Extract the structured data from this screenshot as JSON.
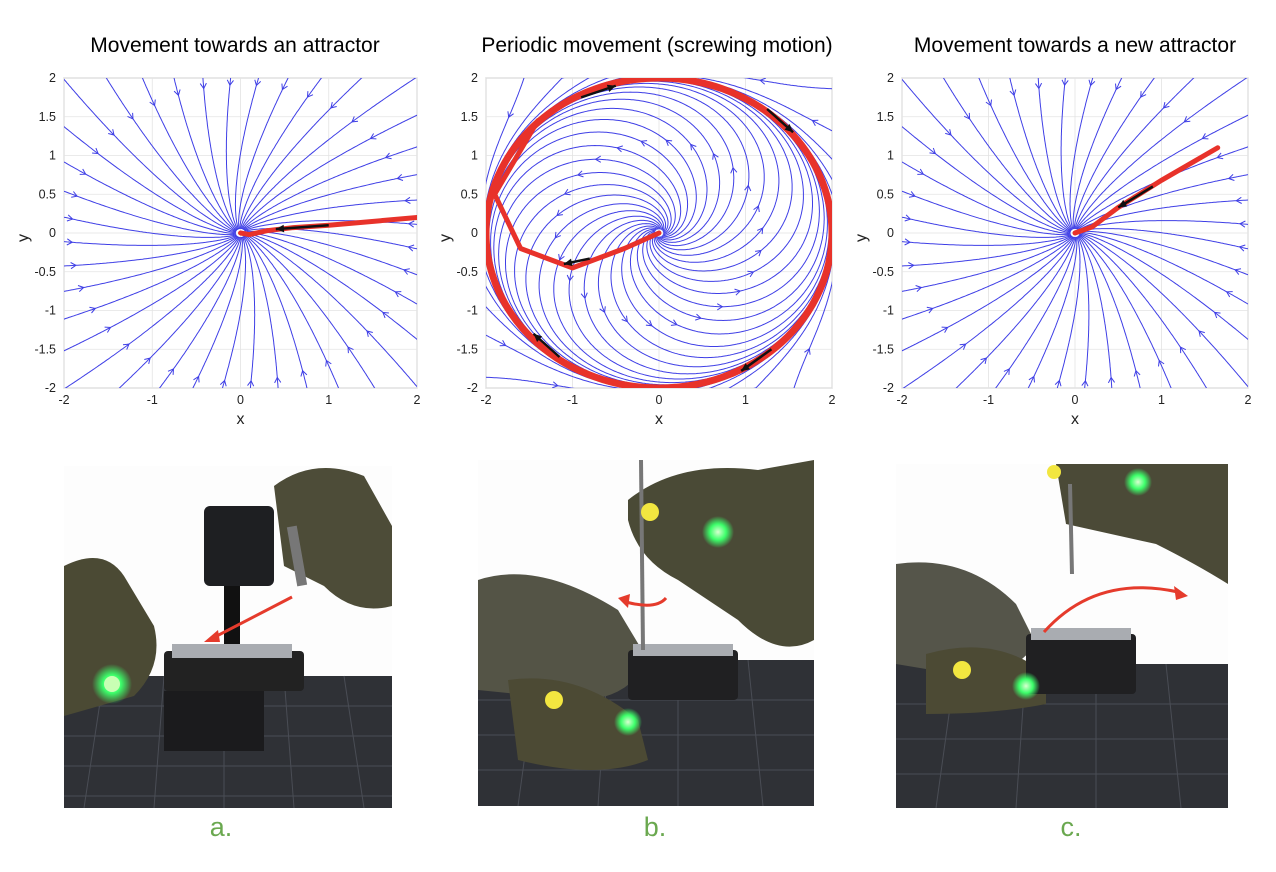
{
  "panels": [
    {
      "id": "a",
      "title": "Movement towards an attractor",
      "caption": "a.",
      "mode": "attractor",
      "attractor": [
        0,
        0
      ],
      "trajectory_end": [
        2.0,
        0.2
      ]
    },
    {
      "id": "b",
      "title": "Periodic movement (screwing motion)",
      "caption": "b.",
      "mode": "periodic",
      "attractor": [
        0,
        0
      ],
      "limit_cycle_radius": 2.0
    },
    {
      "id": "c",
      "title": "Movement towards a new attractor",
      "caption": "c.",
      "mode": "attractor",
      "attractor": [
        0,
        0
      ],
      "trajectory_end": [
        1.65,
        1.1
      ]
    }
  ],
  "axes": {
    "xlabel": "x",
    "ylabel": "y",
    "xlim": [
      -2,
      2
    ],
    "ylim": [
      -2,
      2
    ],
    "xticks": [
      "-2",
      "-1",
      "0",
      "1",
      "2"
    ],
    "yticks": [
      "2",
      "1.5",
      "1",
      "0.5",
      "0",
      "-0.5",
      "-1",
      "-1.5",
      "-2"
    ],
    "grid": true
  },
  "colors": {
    "streamline": "#3f3fe6",
    "trajectory": "#e8322a",
    "direction_arrow": "#111111",
    "caption": "#6aa84f",
    "motion_arrow": "#e53b2c",
    "green_marker": "#3cff6a",
    "yellow_marker": "#f2e640"
  },
  "chart_data": [
    {
      "type": "line",
      "title": "Movement towards an attractor",
      "xlabel": "x",
      "ylabel": "y",
      "xlim": [
        -2,
        2
      ],
      "ylim": [
        -2,
        2
      ],
      "series": [
        {
          "values": [
            [
              2.0,
              0.2
            ],
            [
              1.0,
              0.1
            ],
            [
              0.6,
              0.07
            ],
            [
              0.3,
              0.03
            ],
            [
              0.1,
              -0.02
            ],
            [
              0.0,
              0.0
            ]
          ]
        }
      ]
    },
    {
      "type": "line",
      "title": "Periodic movement (screwing motion)",
      "xlabel": "x",
      "ylabel": "y",
      "xlim": [
        -2,
        2
      ],
      "ylim": [
        -2,
        2
      ],
      "series": [
        {
          "values": [
            [
              0.0,
              0.0
            ],
            [
              -0.4,
              -0.2
            ],
            [
              -1.0,
              -0.45
            ],
            [
              -1.6,
              -0.2
            ],
            [
              -1.9,
              0.5
            ],
            [
              -1.4,
              1.45
            ],
            [
              0.0,
              2.0
            ],
            [
              1.4,
              1.45
            ],
            [
              2.0,
              0.0
            ],
            [
              1.4,
              -1.45
            ],
            [
              0.0,
              -2.0
            ],
            [
              -1.4,
              -1.45
            ],
            [
              -2.0,
              0.0
            ]
          ]
        }
      ]
    },
    {
      "type": "line",
      "title": "Movement towards a new attractor",
      "xlabel": "x",
      "ylabel": "y",
      "xlim": [
        -2,
        2
      ],
      "ylim": [
        -2,
        2
      ],
      "series": [
        {
          "values": [
            [
              1.65,
              1.1
            ],
            [
              1.0,
              0.68
            ],
            [
              0.5,
              0.33
            ],
            [
              0.2,
              0.08
            ],
            [
              0.0,
              0.0
            ]
          ]
        }
      ]
    }
  ]
}
